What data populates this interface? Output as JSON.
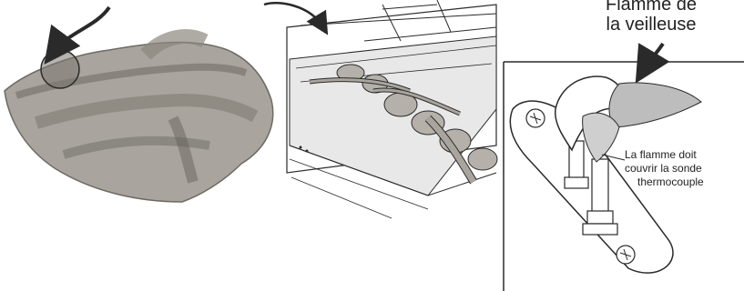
{
  "labels": {
    "pilot_flame_line1": "Flamme de",
    "pilot_flame_line2": "la veilleuse",
    "flame_note_line1": "La flamme doit",
    "flame_note_line2": "couvrir la sonde",
    "flame_note_line3": "thermocouple"
  },
  "colors": {
    "log_fill": "#a9a59e",
    "log_shadow": "#6e6a63",
    "stone_fill": "#b5b1aa",
    "line": "#2a2a2a",
    "flame_fill": "#bdbdbd"
  }
}
